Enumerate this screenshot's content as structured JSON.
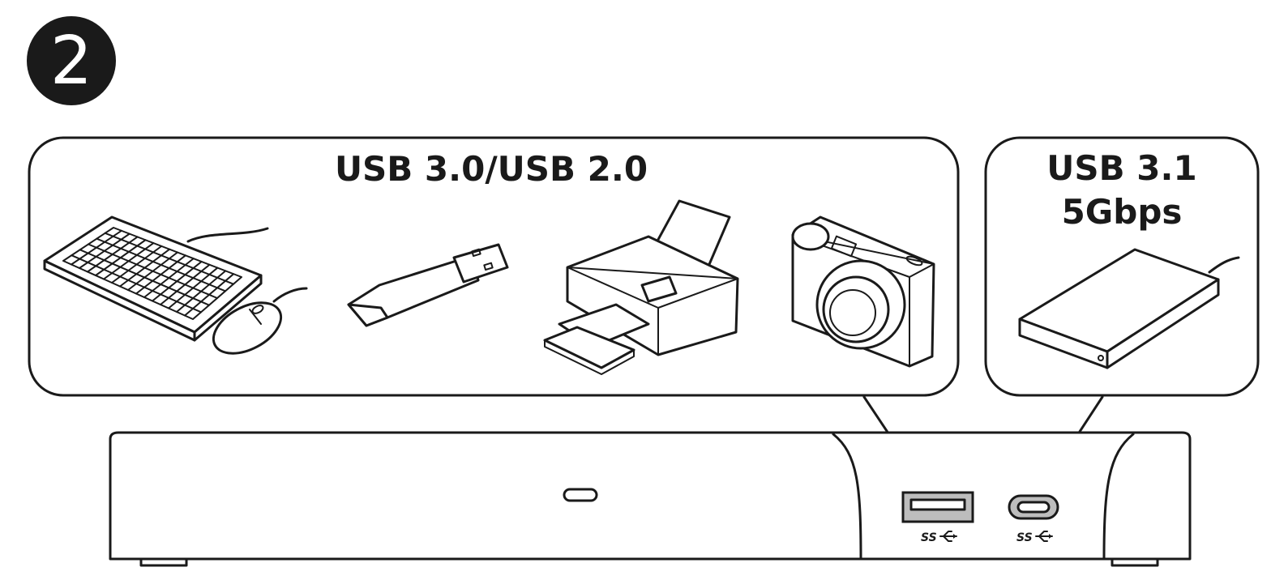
{
  "step": {
    "number": "2"
  },
  "panels": {
    "left": {
      "title": "USB 3.0/USB 2.0",
      "devices": [
        "keyboard-icon",
        "mouse-icon",
        "usb-flash-drive-icon",
        "printer-icon",
        "camera-icon"
      ]
    },
    "right": {
      "title_line1": "USB 3.1",
      "title_line2": "5Gbps",
      "devices": [
        "external-hard-drive-icon"
      ]
    }
  },
  "ports": {
    "usb_a": {
      "logo": "SS",
      "icon": "superspeed-usb-icon"
    },
    "usb_c": {
      "logo": "SS",
      "icon": "superspeed-usb-icon"
    }
  },
  "colors": {
    "ink": "#1a1a1a",
    "port_fill": "#bdbdbd",
    "background": "#ffffff"
  }
}
